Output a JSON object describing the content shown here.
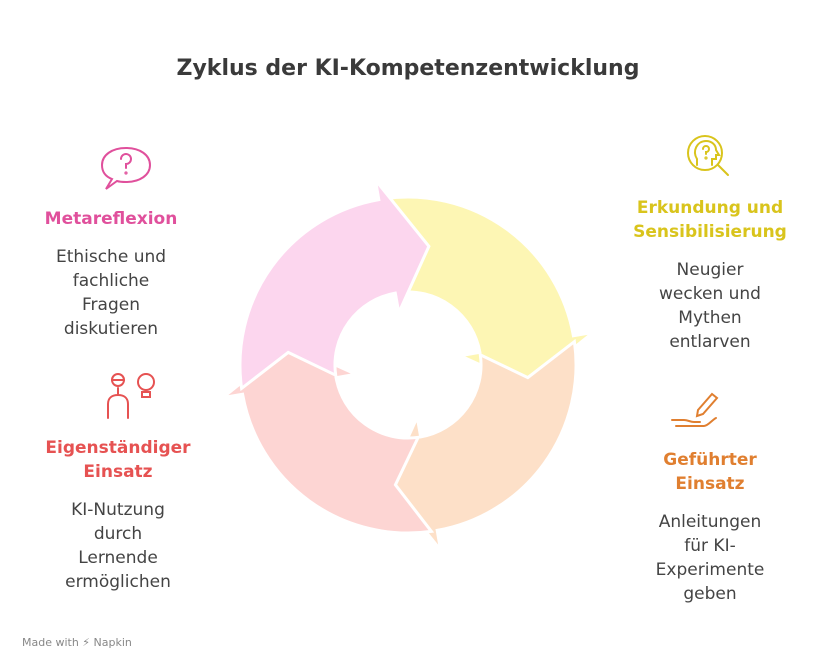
{
  "title": "Zyklus der KI-Kompetenzentwicklung",
  "stages": [
    {
      "heading": "Erkundung und Sensibilisierung",
      "desc": "Neugier wecken und Mythen entlarven",
      "color": "#d9c41c",
      "fill": "#fdf6b4",
      "icon": "head-question-search-icon"
    },
    {
      "heading": "Geführter Einsatz",
      "desc": "Anleitungen für KI-Experimente geben",
      "color": "#e07f30",
      "fill": "#fde0c8",
      "icon": "hand-pencil-icon"
    },
    {
      "heading": "Eigenständiger Einsatz",
      "desc": "KI-Nutzung durch Lernende ermöglichen",
      "color": "#e65252",
      "fill": "#fdd5d3",
      "icon": "person-lightbulb-icon"
    },
    {
      "heading": "Metareflexion",
      "desc": "Ethische und fachliche Fragen diskutieren",
      "color": "#e0509c",
      "fill": "#fcd6ee",
      "icon": "speech-bubble-question-icon"
    }
  ],
  "footer": "Made with ⚡ Napkin"
}
